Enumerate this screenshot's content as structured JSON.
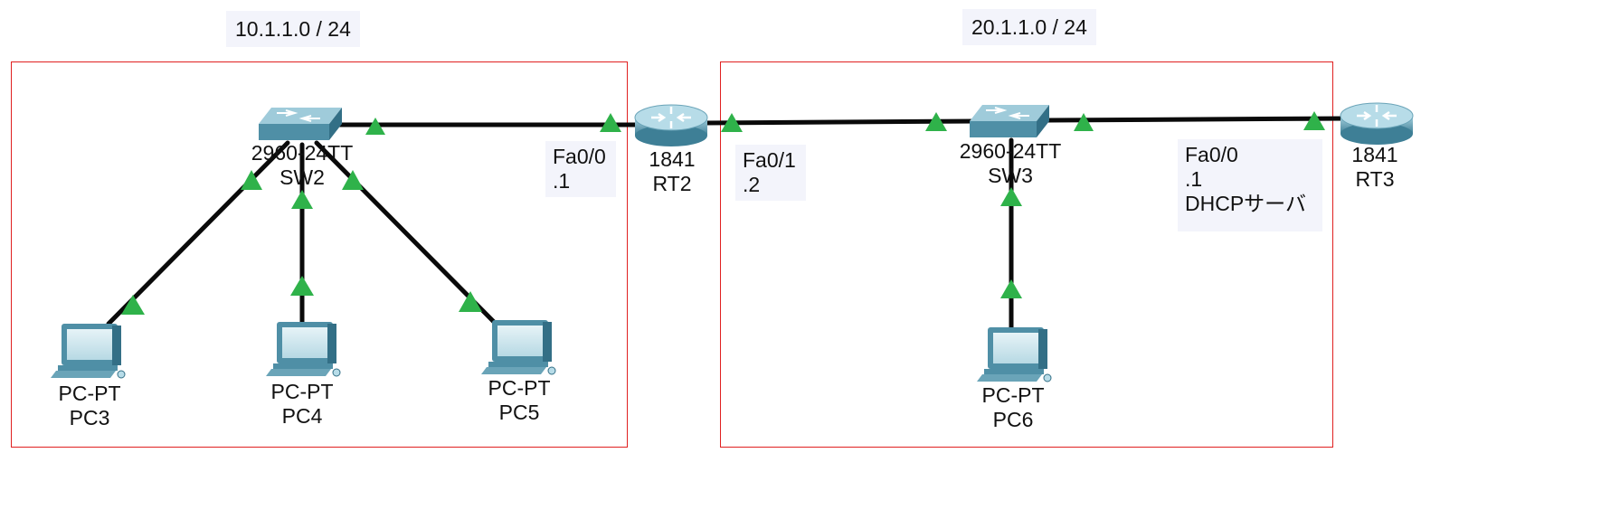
{
  "subnets": {
    "left": "10.1.1.0 / 24",
    "right": "20.1.1.0 / 24"
  },
  "devices": {
    "sw2": {
      "model": "2960-24TT",
      "name": "SW2"
    },
    "sw3": {
      "model": "2960-24TT",
      "name": "SW3"
    },
    "rt2": {
      "model": "1841",
      "name": "RT2"
    },
    "rt3": {
      "model": "1841",
      "name": "RT3"
    },
    "pc3": {
      "model": "PC-PT",
      "name": "PC3"
    },
    "pc4": {
      "model": "PC-PT",
      "name": "PC4"
    },
    "pc5": {
      "model": "PC-PT",
      "name": "PC5"
    },
    "pc6": {
      "model": "PC-PT",
      "name": "PC6"
    }
  },
  "notes": {
    "rt2_fa00": {
      "iface": "Fa0/0",
      "addr": ".1"
    },
    "rt2_fa01": {
      "iface": "Fa0/1",
      "addr": ".2"
    },
    "rt3_fa00": {
      "iface": "Fa0/0",
      "addr": ".1",
      "role": "DHCPサーバ"
    }
  },
  "colors": {
    "zone_border": "#e02020",
    "link": "#0a0a0a",
    "link_light": "#2fb24a",
    "device_body": "#4f8fa6",
    "device_light": "#b9dbe6"
  }
}
